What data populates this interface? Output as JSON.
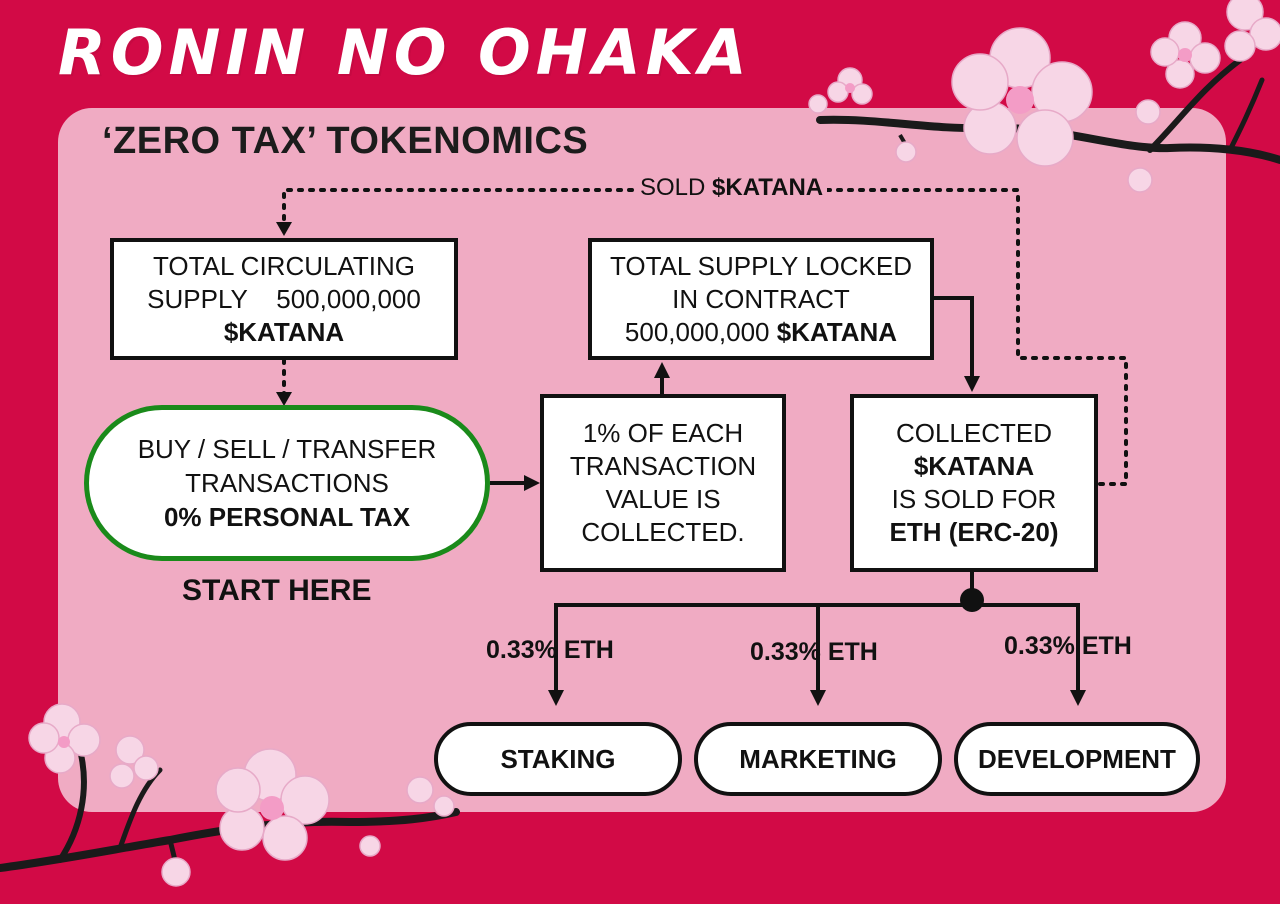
{
  "brand": "RONIN NO OHAKA",
  "subtitle": "‘ZERO TAX’ TOKENOMICS",
  "sold_label": {
    "prefix": "SOLD ",
    "bold": "$KATANA"
  },
  "circulating": {
    "line1": "TOTAL CIRCULATING",
    "line2": "SUPPLY    500,000,000",
    "line3": "$KATANA"
  },
  "locked": {
    "line1": "TOTAL SUPPLY LOCKED",
    "line2": "IN CONTRACT",
    "line3_plain": "500,000,000 ",
    "line3_bold": "$KATANA"
  },
  "transactions": {
    "line1": "BUY / SELL / TRANSFER",
    "line2": "TRANSACTIONS",
    "line3_plain": "0% ",
    "line3_bold": "PERSONAL TAX"
  },
  "start_here": "START HERE",
  "collected_box": {
    "line1": "1% OF EACH",
    "line2": "TRANSACTION",
    "line3": "VALUE IS",
    "line4": "COLLECTED."
  },
  "sold_box": {
    "line1": "COLLECTED",
    "line2": "$KATANA",
    "line3": "IS SOLD FOR",
    "line4": "ETH (ERC-20)"
  },
  "splits": [
    {
      "amount": "0.33% ETH",
      "destination": "STAKING"
    },
    {
      "amount": "0.33% ETH",
      "destination": "MARKETING"
    },
    {
      "amount": "0.33% ETH",
      "destination": "DEVELOPMENT"
    }
  ],
  "colors": {
    "background": "#d20a46",
    "panel": "#f0abc3",
    "start_border": "#1a8a1a",
    "blossom": "#f7d6e6"
  }
}
